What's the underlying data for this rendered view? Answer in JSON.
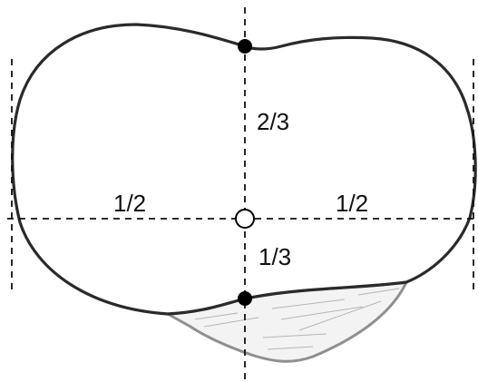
{
  "diagram": {
    "labels": {
      "upper_fraction": "2/3",
      "lower_fraction": "1/3",
      "left_half": "1/2",
      "right_half": "1/2"
    },
    "markers": {
      "top_point": "filled-dot",
      "center_point": "open-circle",
      "bottom_point": "filled-dot"
    },
    "colors": {
      "outline": "#2a2a2a",
      "guide_lines": "#111111",
      "shaded_region": "#8f8f8f",
      "background": "#ffffff"
    }
  }
}
